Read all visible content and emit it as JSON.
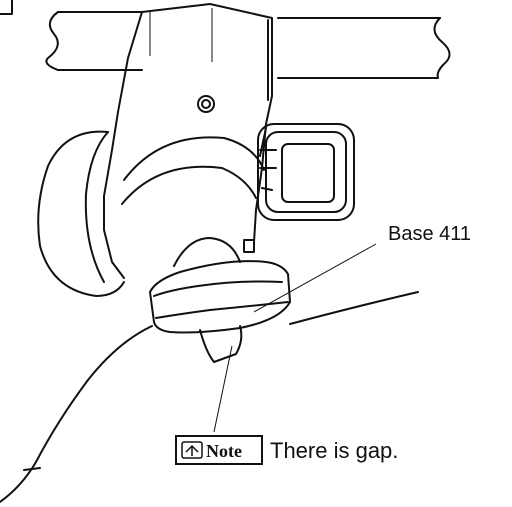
{
  "diagram": {
    "callouts": {
      "base": "Base 411",
      "note_badge": "Note",
      "note_text": "There is gap."
    },
    "icons": {
      "note_badge": "pointing-hand-icon"
    }
  }
}
